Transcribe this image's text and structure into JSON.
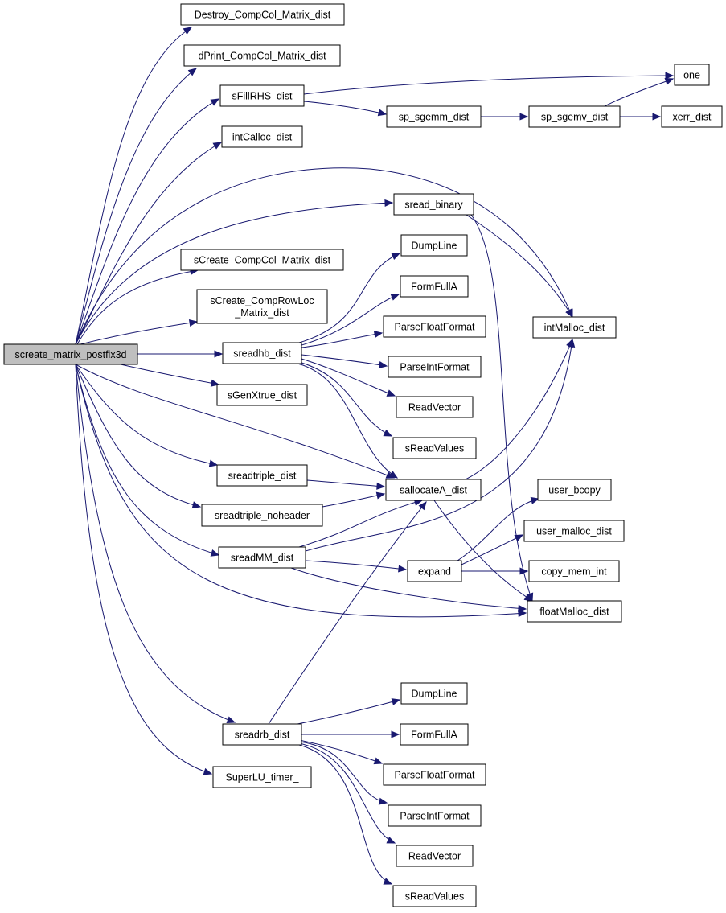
{
  "colors": {
    "edge": "#191970",
    "root_fill": "#bfbfbf",
    "node_fill": "#ffffff",
    "node_border": "#000000"
  },
  "nodes": [
    {
      "id": "root",
      "label": "screate_matrix_postfix3d"
    },
    {
      "id": "destroy",
      "label": "Destroy_CompCol_Matrix_dist"
    },
    {
      "id": "dprint",
      "label": "dPrint_CompCol_Matrix_dist"
    },
    {
      "id": "sfillrhs",
      "label": "sFillRHS_dist"
    },
    {
      "id": "intcalloc",
      "label": "intCalloc_dist"
    },
    {
      "id": "sreadbinary",
      "label": "sread_binary"
    },
    {
      "id": "screatecc",
      "label": "sCreate_CompCol_Matrix_dist"
    },
    {
      "id": "screaterl",
      "label": "sCreate_CompRowLoc\n_Matrix_dist"
    },
    {
      "id": "sreadhb",
      "label": "sreadhb_dist"
    },
    {
      "id": "sgenx",
      "label": "sGenXtrue_dist"
    },
    {
      "id": "sreadtriple",
      "label": "sreadtriple_dist"
    },
    {
      "id": "sreadtriplenh",
      "label": "sreadtriple_noheader"
    },
    {
      "id": "sreadmm",
      "label": "sreadMM_dist"
    },
    {
      "id": "sreadrb",
      "label": "sreadrb_dist"
    },
    {
      "id": "sutimer",
      "label": "SuperLU_timer_"
    },
    {
      "id": "spsgemm",
      "label": "sp_sgemm_dist"
    },
    {
      "id": "dumpline1",
      "label": "DumpLine"
    },
    {
      "id": "formfulla1",
      "label": "FormFullA"
    },
    {
      "id": "parsefloat1",
      "label": "ParseFloatFormat"
    },
    {
      "id": "parseint1",
      "label": "ParseIntFormat"
    },
    {
      "id": "readvector1",
      "label": "ReadVector"
    },
    {
      "id": "sreadvalues1",
      "label": "sReadValues"
    },
    {
      "id": "sallocatea",
      "label": "sallocateA_dist"
    },
    {
      "id": "expand",
      "label": "expand"
    },
    {
      "id": "dumpline2",
      "label": "DumpLine"
    },
    {
      "id": "formfulla2",
      "label": "FormFullA"
    },
    {
      "id": "parsefloat2",
      "label": "ParseFloatFormat"
    },
    {
      "id": "parseint2",
      "label": "ParseIntFormat"
    },
    {
      "id": "readvector2",
      "label": "ReadVector"
    },
    {
      "id": "sreadvalues2",
      "label": "sReadValues"
    },
    {
      "id": "spsgemv",
      "label": "sp_sgemv_dist"
    },
    {
      "id": "intmalloc",
      "label": "intMalloc_dist"
    },
    {
      "id": "userbcopy",
      "label": "user_bcopy"
    },
    {
      "id": "usermalloc",
      "label": "user_malloc_dist"
    },
    {
      "id": "copymemint",
      "label": "copy_mem_int"
    },
    {
      "id": "floatmalloc",
      "label": "floatMalloc_dist"
    },
    {
      "id": "one",
      "label": "one"
    },
    {
      "id": "xerr",
      "label": "xerr_dist"
    }
  ],
  "edges": [
    [
      "root",
      "destroy"
    ],
    [
      "root",
      "dprint"
    ],
    [
      "root",
      "sfillrhs"
    ],
    [
      "root",
      "intcalloc"
    ],
    [
      "root",
      "intmalloc"
    ],
    [
      "root",
      "sreadbinary"
    ],
    [
      "root",
      "screatecc"
    ],
    [
      "root",
      "screaterl"
    ],
    [
      "root",
      "sreadhb"
    ],
    [
      "root",
      "sgenx"
    ],
    [
      "root",
      "sallocatea"
    ],
    [
      "root",
      "sreadtriple"
    ],
    [
      "root",
      "sreadtriplenh"
    ],
    [
      "root",
      "sreadmm"
    ],
    [
      "root",
      "floatmalloc"
    ],
    [
      "root",
      "sreadrb"
    ],
    [
      "root",
      "sutimer"
    ],
    [
      "sfillrhs",
      "one"
    ],
    [
      "sfillrhs",
      "spsgemm"
    ],
    [
      "spsgemm",
      "spsgemv"
    ],
    [
      "spsgemv",
      "one"
    ],
    [
      "spsgemv",
      "xerr"
    ],
    [
      "sreadbinary",
      "intmalloc"
    ],
    [
      "sreadbinary",
      "floatmalloc"
    ],
    [
      "sreadhb",
      "dumpline1"
    ],
    [
      "sreadhb",
      "formfulla1"
    ],
    [
      "sreadhb",
      "parsefloat1"
    ],
    [
      "sreadhb",
      "parseint1"
    ],
    [
      "sreadhb",
      "readvector1"
    ],
    [
      "sreadhb",
      "sreadvalues1"
    ],
    [
      "sreadhb",
      "sallocatea"
    ],
    [
      "sreadtriple",
      "sallocatea"
    ],
    [
      "sreadtriplenh",
      "sallocatea"
    ],
    [
      "sreadmm",
      "sallocatea"
    ],
    [
      "sreadmm",
      "intmalloc"
    ],
    [
      "sreadmm",
      "expand"
    ],
    [
      "sreadmm",
      "floatmalloc"
    ],
    [
      "sallocatea",
      "intmalloc"
    ],
    [
      "sallocatea",
      "floatmalloc"
    ],
    [
      "expand",
      "userbcopy"
    ],
    [
      "expand",
      "usermalloc"
    ],
    [
      "expand",
      "copymemint"
    ],
    [
      "sreadrb",
      "sallocatea"
    ],
    [
      "sreadrb",
      "dumpline2"
    ],
    [
      "sreadrb",
      "formfulla2"
    ],
    [
      "sreadrb",
      "parsefloat2"
    ],
    [
      "sreadrb",
      "parseint2"
    ],
    [
      "sreadrb",
      "readvector2"
    ],
    [
      "sreadrb",
      "sreadvalues2"
    ]
  ]
}
